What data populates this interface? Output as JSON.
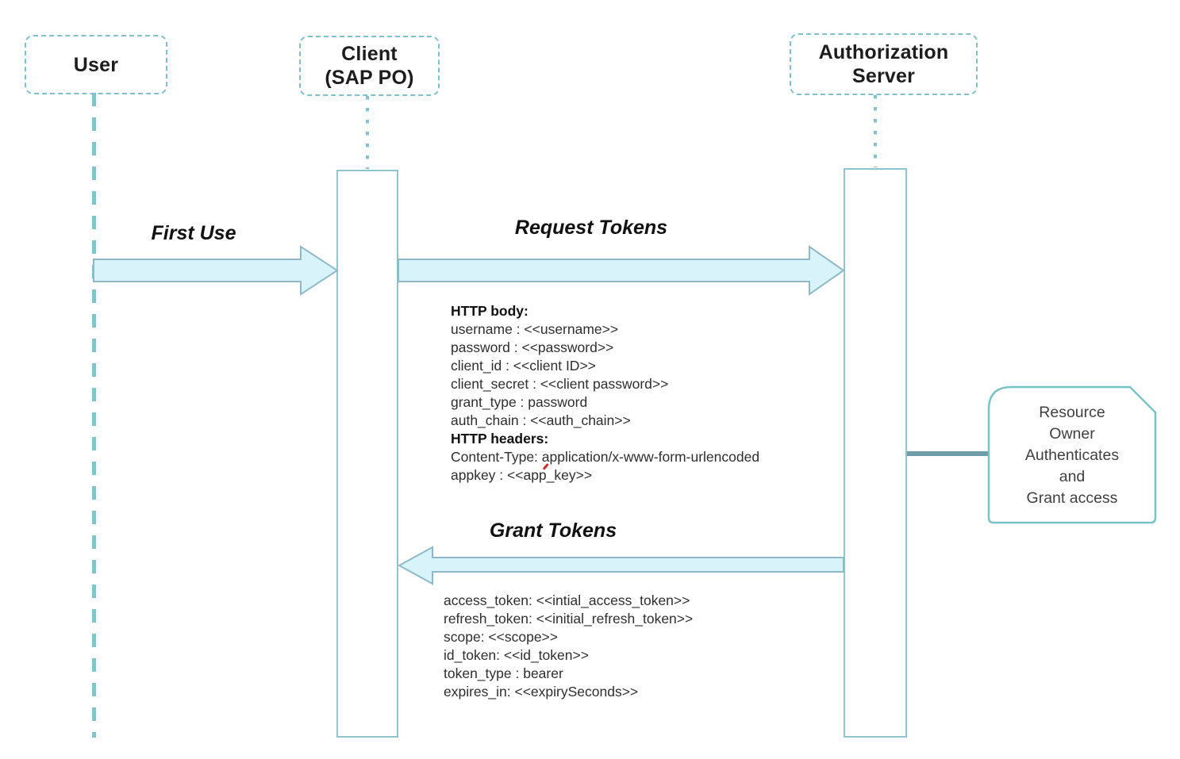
{
  "actors": [
    {
      "lines": [
        "User"
      ]
    },
    {
      "lines": [
        "Client",
        "(SAP PO)"
      ]
    },
    {
      "lines": [
        "Authorization",
        "Server"
      ]
    }
  ],
  "messages": {
    "first_use": "First Use",
    "request_tokens": "Request Tokens",
    "grant_tokens": "Grant Tokens"
  },
  "request_detail": {
    "lines": [
      "HTTP body:",
      "username : <<username>>",
      "password : <<password>>",
      "client_id : <<client ID>>",
      "client_secret : <<client password>>",
      "grant_type : password",
      "auth_chain : <<auth_chain>>",
      "HTTP headers:",
      "Content-Type: application/x-www-form-urlencoded",
      "appkey : <<app_key>>"
    ]
  },
  "response_detail": {
    "lines": [
      "access_token: <<intial_access_token>>",
      "refresh_token: <<initial_refresh_token>>",
      "scope: <<scope>>",
      "id_token: <<id_token>>",
      "token_type : bearer",
      "expires_in: <<expirySeconds>>"
    ]
  },
  "note": {
    "lines": [
      "Resource",
      "Owner",
      "Authenticates",
      "and",
      "Grant access"
    ]
  },
  "colors": {
    "teal-border": "#7fc0ca",
    "lifeline": "#85c2cb",
    "bar-border": "#8fc5cd",
    "arrow-fill": "#d9f3fa",
    "arrow-stroke": "#8fbac5",
    "note-border": "#79c3c6",
    "connector": "#6e9da8",
    "squiggle-red": "#d02b2b"
  }
}
